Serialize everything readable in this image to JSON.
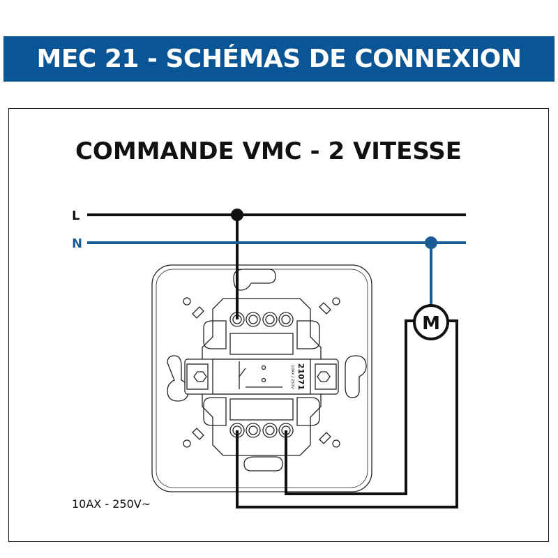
{
  "header": {
    "title": "MEC 21 - SCHÉMAS DE CONNEXION"
  },
  "diagram": {
    "title": "COMMANDE VMC - 2 VITESSE",
    "line_label": "L",
    "neutral_label": "N",
    "motor_label": "M",
    "device_ref": "21071",
    "device_rating": "10AX / 250V",
    "rating_caption": "10AX - 250V~"
  },
  "colors": {
    "banner": "#0a5596",
    "neutral": "#1a5c96",
    "line": "#111111"
  }
}
